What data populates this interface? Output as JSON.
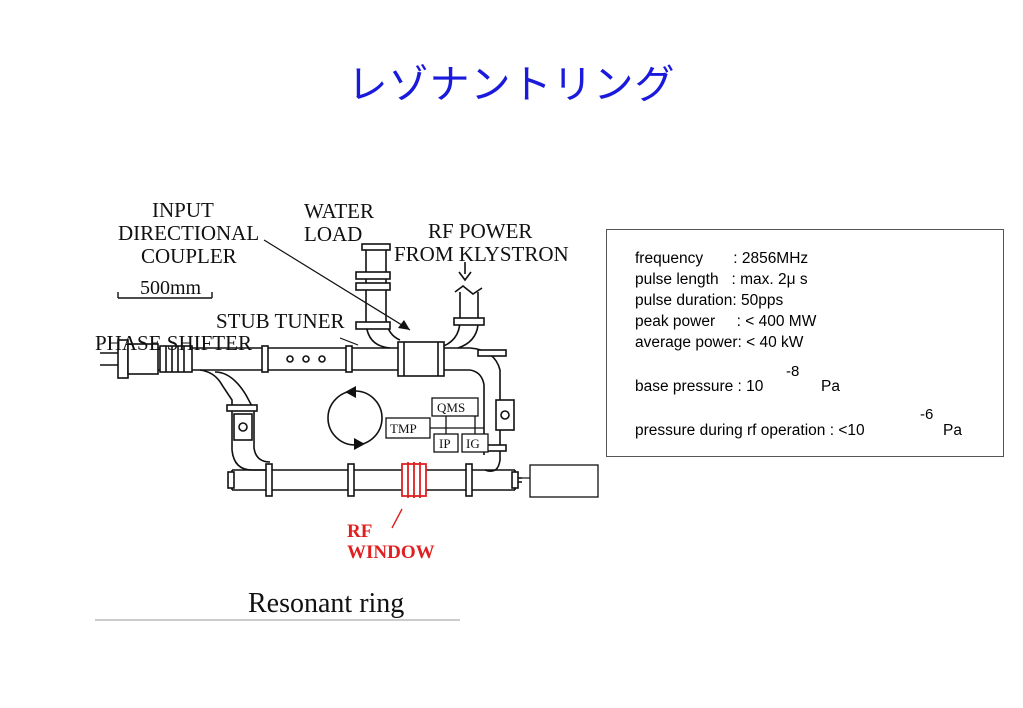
{
  "title": "レゾナントリング",
  "diagram": {
    "labels": {
      "input_coupler_1": "INPUT",
      "input_coupler_2": "DIRECTIONAL",
      "input_coupler_3": "COUPLER",
      "water_load_1": "WATER",
      "water_load_2": "LOAD",
      "rf_power_1": "RF  POWER",
      "rf_power_2": "FROM KLYSTRON",
      "scale": "500mm",
      "stub_tuner": "STUB TUNER",
      "phase_shifter": "PHASE SHIFTER",
      "qms": "QMS",
      "tmp": "TMP",
      "ip": "IP",
      "ig": "IG",
      "rf_window_1": "RF",
      "rf_window_2": "WINDOW",
      "caption": "Resonant ring"
    },
    "colors": {
      "rf_window": "#e02020"
    }
  },
  "specs": {
    "frequency": "frequency       : 2856MHz",
    "pulse_length": "pulse length   : max. 2μ s",
    "pulse_duration": "pulse duration: 50pps",
    "peak_power": "peak power     : < 400 MW",
    "average_power": "average power: < 40 kW",
    "base_pressure": "base pressure : 10",
    "base_pressure_exp": "-8",
    "base_pressure_unit": "Pa",
    "operation_pressure": "pressure during rf operation : <10",
    "operation_pressure_exp": "-6",
    "operation_pressure_unit": "Pa"
  }
}
